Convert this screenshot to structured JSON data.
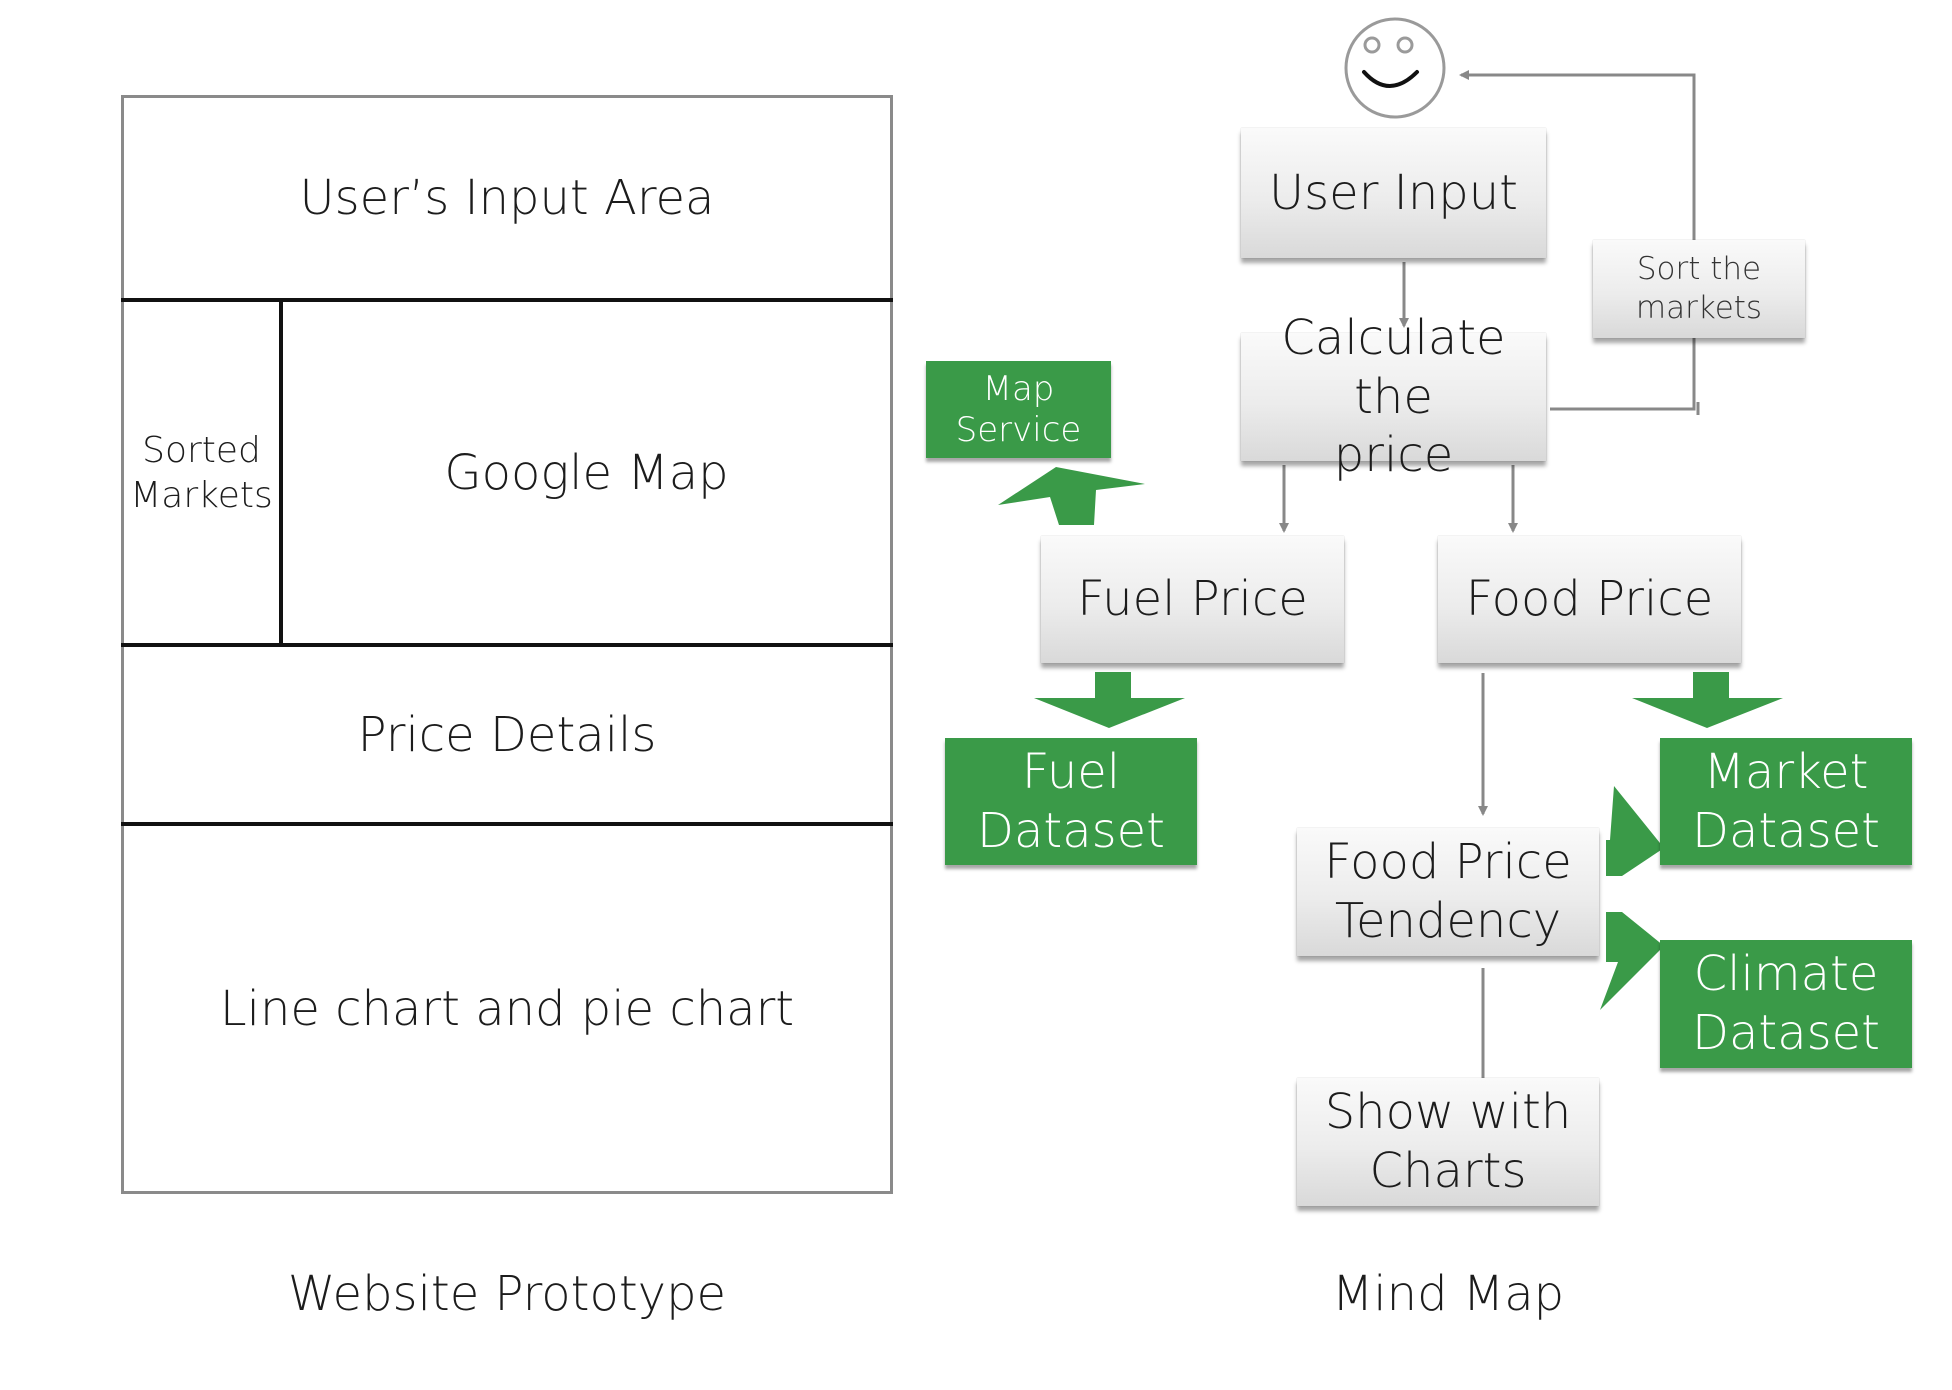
{
  "prototype": {
    "input_area": "User’s Input Area",
    "sorted_markets": "Sorted\nMarkets",
    "google_map": "Google Map",
    "price_details": "Price Details",
    "charts": "Line chart and pie chart",
    "caption": "Website Prototype"
  },
  "mind_map": {
    "user_input": "User Input",
    "calculate_price": "Calculate the\nprice",
    "sort_markets": "Sort the\nmarkets",
    "fuel_price": "Fuel Price",
    "food_price": "Food Price",
    "food_price_tendency": "Food Price\nTendency",
    "show_with_charts": "Show with\nCharts",
    "caption": "Mind Map",
    "datasets": {
      "map_service": "Map\nService",
      "fuel_dataset": "Fuel\nDataset",
      "market_dataset": "Market\nDataset",
      "climate_dataset": "Climate\nDataset"
    }
  },
  "colors": {
    "green": "#3a9a48",
    "connector": "#888888",
    "divider": "#111111",
    "frame": "#8a8a8a"
  }
}
